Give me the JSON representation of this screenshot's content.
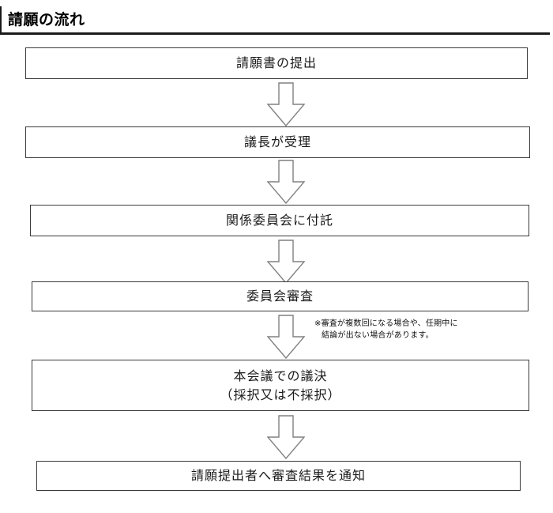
{
  "header": {
    "title": "請願の流れ"
  },
  "flow": {
    "steps": [
      {
        "id": "submit-petition",
        "lines": [
          "請願書の提出"
        ]
      },
      {
        "id": "chair-accepts",
        "lines": [
          "議長が受理"
        ]
      },
      {
        "id": "refer-to-committee",
        "lines": [
          "関係委員会に付託"
        ]
      },
      {
        "id": "committee-review",
        "lines": [
          "委員会審査"
        ]
      },
      {
        "id": "plenary-vote",
        "lines": [
          "本会議での議決",
          "（採択又は不採択）"
        ]
      },
      {
        "id": "notify-petitioner",
        "lines": [
          "請願提出者へ審査結果を通知"
        ]
      }
    ],
    "arrows": [
      {
        "id": "arrow-1",
        "direction": "down"
      },
      {
        "id": "arrow-2",
        "direction": "down"
      },
      {
        "id": "arrow-3",
        "direction": "down"
      },
      {
        "id": "arrow-4",
        "direction": "down"
      },
      {
        "id": "arrow-5",
        "direction": "down"
      }
    ],
    "note": {
      "line1": "※審査が複数回になる場合や、任期中に",
      "line2": "結論が出ない場合があります。"
    }
  },
  "colors": {
    "box_border": "#3a3a3a",
    "arrow_outline": "#808080",
    "arrow_fill": "#ffffff",
    "header_rule": "#1a1a1a",
    "text": "#1a1a1a",
    "background": "#ffffff"
  }
}
